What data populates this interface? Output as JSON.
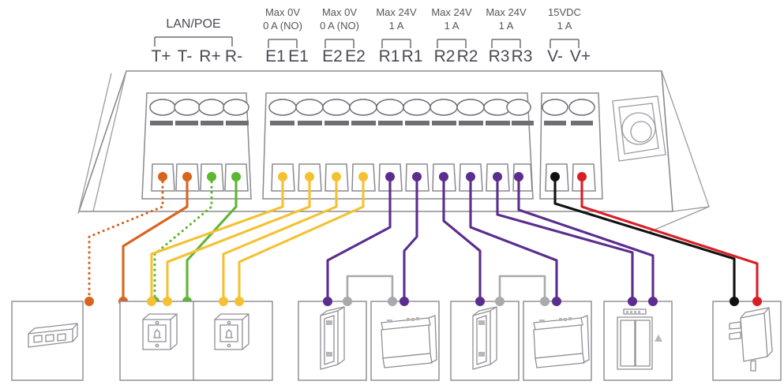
{
  "diagram": {
    "title": "Intercom controller terminal wiring diagram",
    "colors": {
      "orange": "#d9641e",
      "green": "#5cb731",
      "yellow": "#f5c131",
      "purple": "#5b2d8e",
      "black": "#111111",
      "red": "#d81f26",
      "grey": "#a9a9ae",
      "outline": "#8a8a90",
      "text": "#4a4a52"
    },
    "terminal_groups": [
      {
        "name": "lan-poe",
        "group_label": "LAN/POE",
        "spec_line1": "",
        "spec_line2": "",
        "terminals": [
          {
            "label": "T+",
            "wire_color": "orange",
            "wire_style": "dotted"
          },
          {
            "label": "T-",
            "wire_color": "orange",
            "wire_style": "solid"
          },
          {
            "label": "R+",
            "wire_color": "green",
            "wire_style": "dotted"
          },
          {
            "label": "R-",
            "wire_color": "green",
            "wire_style": "solid"
          }
        ]
      },
      {
        "name": "e1",
        "group_label": "",
        "spec_line1": "Max 0V",
        "spec_line2": "0 A (NO)",
        "terminals": [
          {
            "label": "E1",
            "wire_color": "yellow",
            "wire_style": "solid"
          },
          {
            "label": "E1",
            "wire_color": "yellow",
            "wire_style": "solid"
          }
        ]
      },
      {
        "name": "e2",
        "group_label": "",
        "spec_line1": "Max 0V",
        "spec_line2": "0 A (NO)",
        "terminals": [
          {
            "label": "E2",
            "wire_color": "yellow",
            "wire_style": "solid"
          },
          {
            "label": "E2",
            "wire_color": "yellow",
            "wire_style": "solid"
          }
        ]
      },
      {
        "name": "r1",
        "group_label": "",
        "spec_line1": "Max 24V",
        "spec_line2": "1 A",
        "terminals": [
          {
            "label": "R1",
            "wire_color": "purple",
            "wire_style": "solid"
          },
          {
            "label": "R1",
            "wire_color": "purple",
            "wire_style": "solid"
          }
        ]
      },
      {
        "name": "r2",
        "group_label": "",
        "spec_line1": "Max 24V",
        "spec_line2": "1 A",
        "terminals": [
          {
            "label": "R2",
            "wire_color": "purple",
            "wire_style": "solid"
          },
          {
            "label": "R2",
            "wire_color": "purple",
            "wire_style": "solid"
          }
        ]
      },
      {
        "name": "r3",
        "group_label": "",
        "spec_line1": "Max 24V",
        "spec_line2": "1 A",
        "terminals": [
          {
            "label": "R3",
            "wire_color": "purple",
            "wire_style": "solid"
          },
          {
            "label": "R3",
            "wire_color": "purple",
            "wire_style": "solid"
          }
        ]
      },
      {
        "name": "power",
        "group_label": "",
        "spec_line1": "15VDC",
        "spec_line2": "1 A",
        "terminals": [
          {
            "label": "V-",
            "wire_color": "black",
            "wire_style": "solid"
          },
          {
            "label": "V+",
            "wire_color": "red",
            "wire_style": "solid"
          }
        ]
      }
    ],
    "devices": [
      {
        "name": "network-switch",
        "icon": "network-switch-icon",
        "wires": [
          "orange",
          "orange",
          "green",
          "green"
        ]
      },
      {
        "name": "doorbell-button-1",
        "icon": "bell-button-icon",
        "wires": [
          "yellow",
          "yellow"
        ]
      },
      {
        "name": "doorbell-button-2",
        "icon": "bell-button-icon",
        "wires": [
          "yellow",
          "yellow"
        ]
      },
      {
        "name": "door-lock-1",
        "icon": "door-strike-icon",
        "wires": [
          "purple",
          "grey"
        ]
      },
      {
        "name": "relay-module-1",
        "icon": "din-relay-icon",
        "wires": [
          "grey",
          "purple"
        ]
      },
      {
        "name": "door-lock-2",
        "icon": "door-strike-icon",
        "wires": [
          "purple",
          "grey"
        ]
      },
      {
        "name": "relay-module-2",
        "icon": "din-relay-icon",
        "wires": [
          "grey",
          "purple"
        ]
      },
      {
        "name": "elevator",
        "icon": "elevator-icon",
        "wires": [
          "purple",
          "purple"
        ]
      },
      {
        "name": "power-supply",
        "icon": "power-adapter-icon",
        "wires": [
          "black",
          "red"
        ]
      }
    ]
  }
}
